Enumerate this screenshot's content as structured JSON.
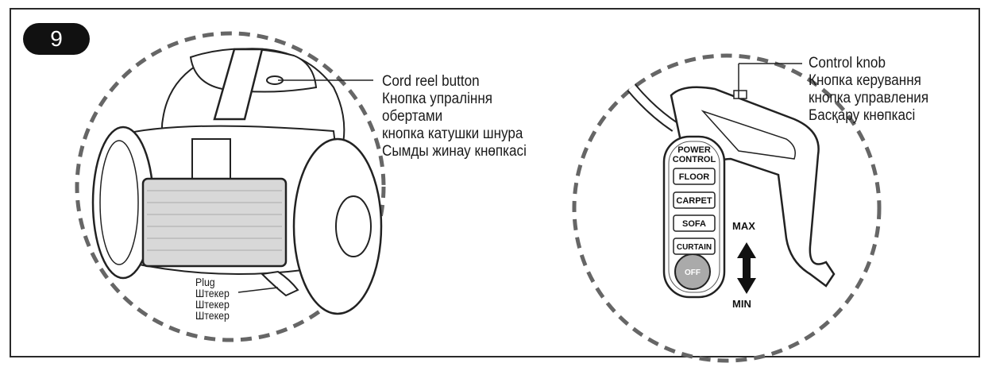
{
  "step": "9",
  "left_figure": {
    "cord_reel_labels": [
      "Cord reel button",
      "Кнопка упраління",
      "обертами",
      "кнопка катушки шнура",
      "Сымды жинау кнөпкасі"
    ],
    "plug_labels": [
      "Plug",
      "Штекер",
      "Штекер",
      "Штекер"
    ]
  },
  "right_figure": {
    "control_knob_labels": [
      "Control knob",
      "Кнопка керування",
      "кнопка управления",
      "Басқару кнөпкасі"
    ],
    "power_control_title": [
      "POWER",
      "CONTROL"
    ],
    "buttons": [
      "FLOOR",
      "CARPET",
      "SOFA",
      "CURTAIN"
    ],
    "off_label": "OFF",
    "max_label": "MAX",
    "min_label": "MIN"
  }
}
